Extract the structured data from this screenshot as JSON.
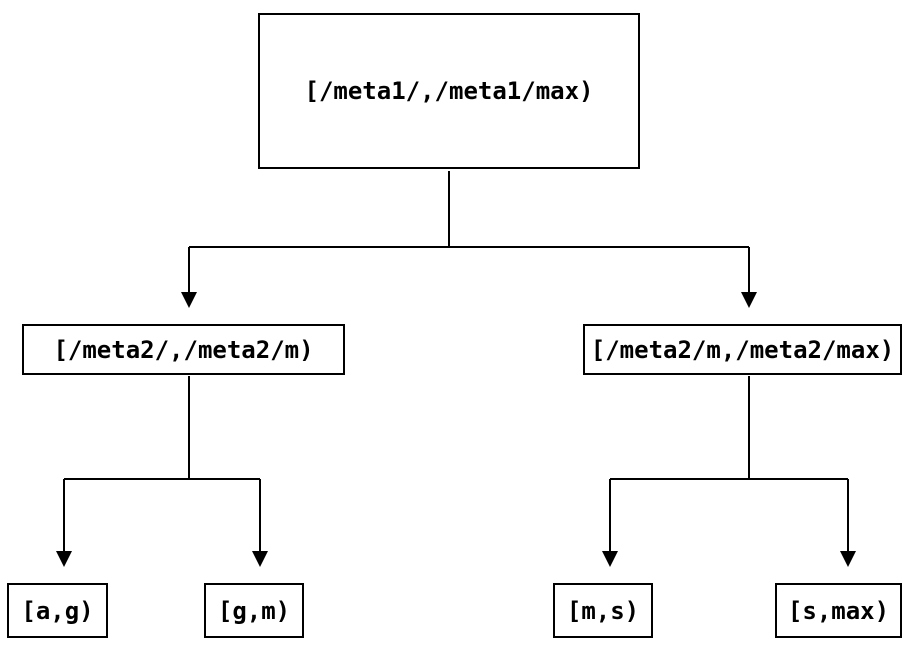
{
  "diagram": {
    "type": "tree",
    "colors": {
      "background": "#ffffff",
      "line": "#000000",
      "text": "#000000"
    },
    "nodes": {
      "root": {
        "label": "[/meta1/,/meta1/max)"
      },
      "left_mid": {
        "label": "[/meta2/,/meta2/m)"
      },
      "right_mid": {
        "label": "[/meta2/m,/meta2/max)"
      },
      "leaf_ag": {
        "label": "[a,g)"
      },
      "leaf_gm": {
        "label": "[g,m)"
      },
      "leaf_ms": {
        "label": "[m,s)"
      },
      "leaf_smax": {
        "label": "[s,max)"
      }
    },
    "edges": [
      {
        "from": "root",
        "to": "left_mid"
      },
      {
        "from": "root",
        "to": "right_mid"
      },
      {
        "from": "left_mid",
        "to": "leaf_ag"
      },
      {
        "from": "left_mid",
        "to": "leaf_gm"
      },
      {
        "from": "right_mid",
        "to": "leaf_ms"
      },
      {
        "from": "right_mid",
        "to": "leaf_smax"
      }
    ]
  }
}
